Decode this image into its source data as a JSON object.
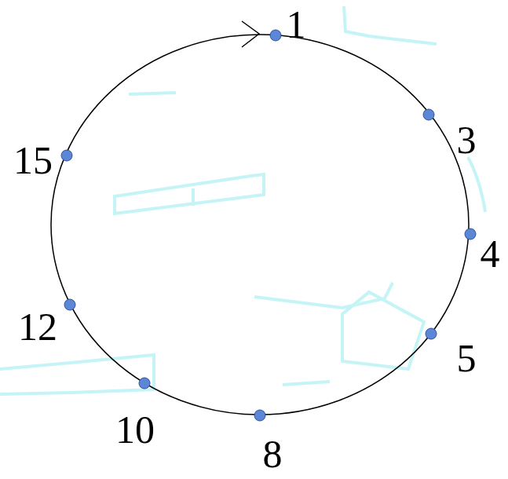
{
  "diagram": {
    "labels": [
      "1",
      "3",
      "4",
      "5",
      "8",
      "10",
      "12",
      "15"
    ]
  }
}
